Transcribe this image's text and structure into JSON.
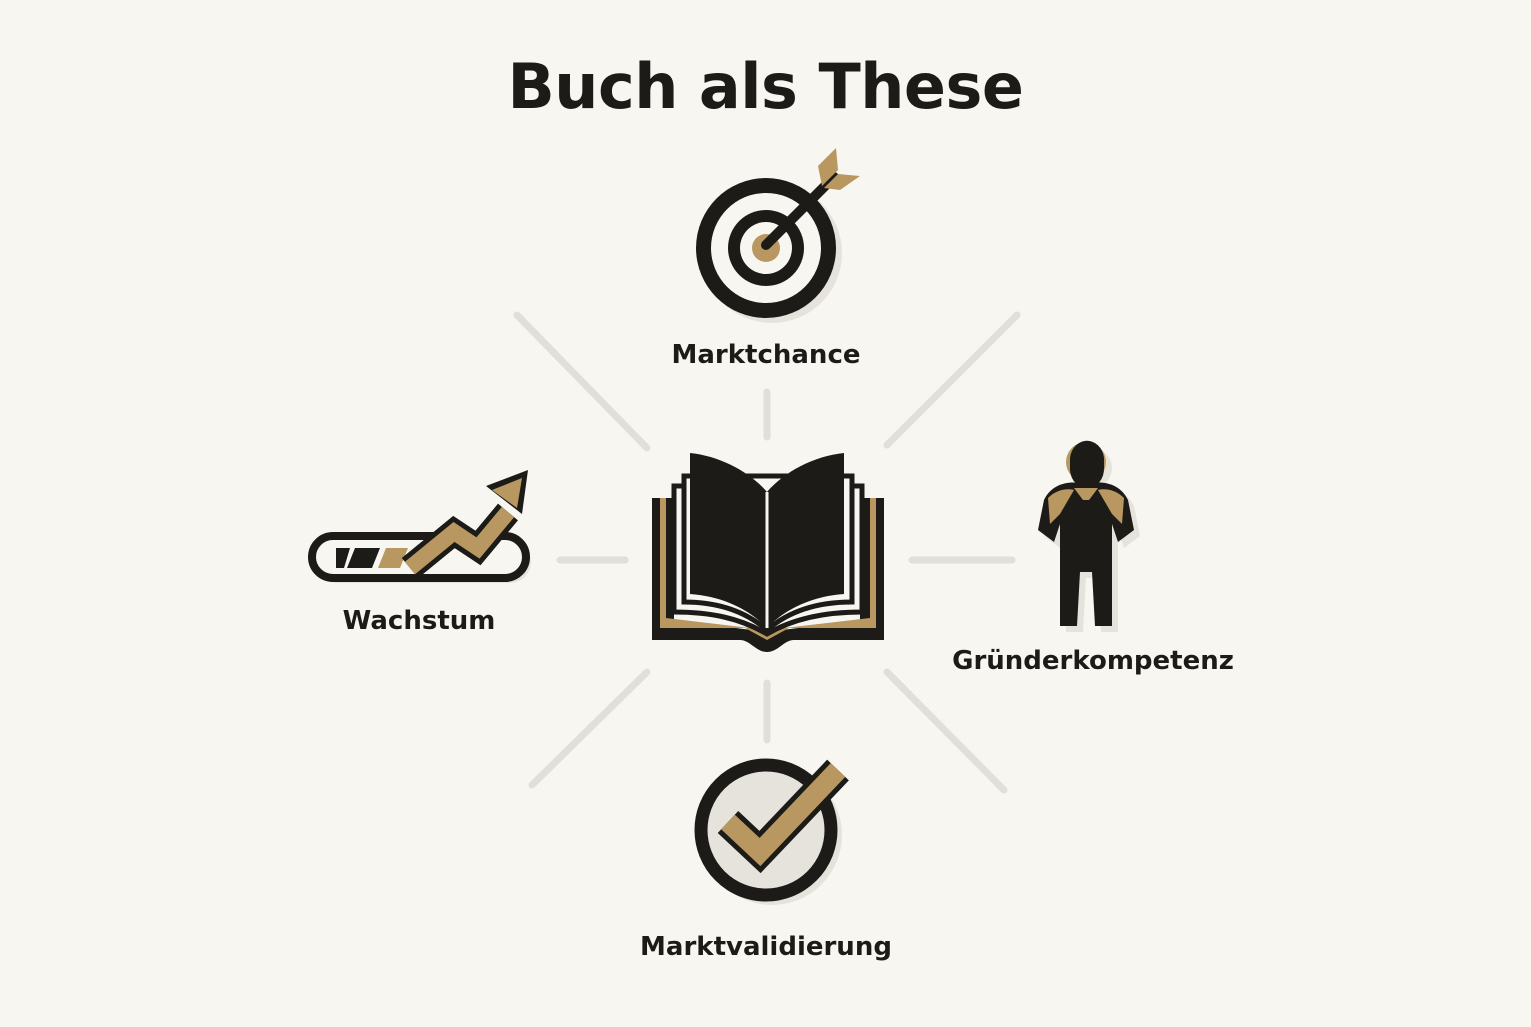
{
  "title": "Buch als These",
  "center": {
    "icon": "open-book-icon"
  },
  "nodes": {
    "top": {
      "label": "Marktchance",
      "icon": "target-arrow-icon"
    },
    "left": {
      "label": "Wachstum",
      "icon": "growth-progress-arrow-icon"
    },
    "right": {
      "label": "Gründerkompetenz",
      "icon": "founder-person-icon"
    },
    "bottom": {
      "label": "Marktvalidierung",
      "icon": "check-circle-icon"
    }
  },
  "colors": {
    "background": "#f7f6f1",
    "ink": "#1c1b18",
    "gold": "#b89760",
    "connector": "#e2dfd8",
    "shadow": "#e6e3dc"
  }
}
